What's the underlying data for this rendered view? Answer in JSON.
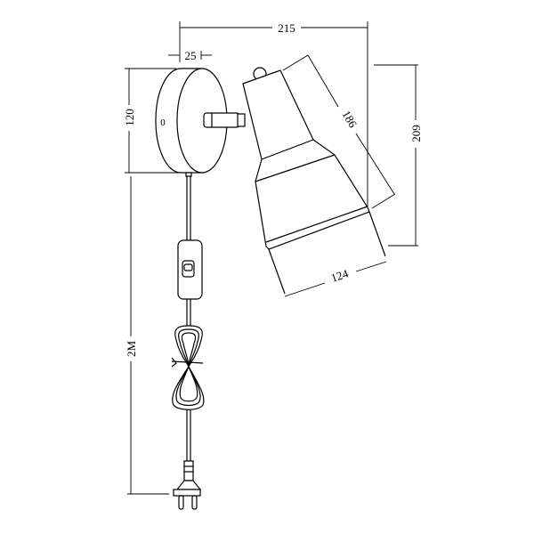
{
  "title": "Wall spotlight with plug-in cord, dimension drawing",
  "dimensions": {
    "overall_width": "215",
    "base_depth": "25",
    "base_height": "120",
    "shade_length": "186",
    "overall_height": "209",
    "shade_diameter": "124",
    "cord_length": "2M"
  },
  "base_marking": "0",
  "colors": {
    "line": "#000000",
    "background": "#ffffff"
  }
}
